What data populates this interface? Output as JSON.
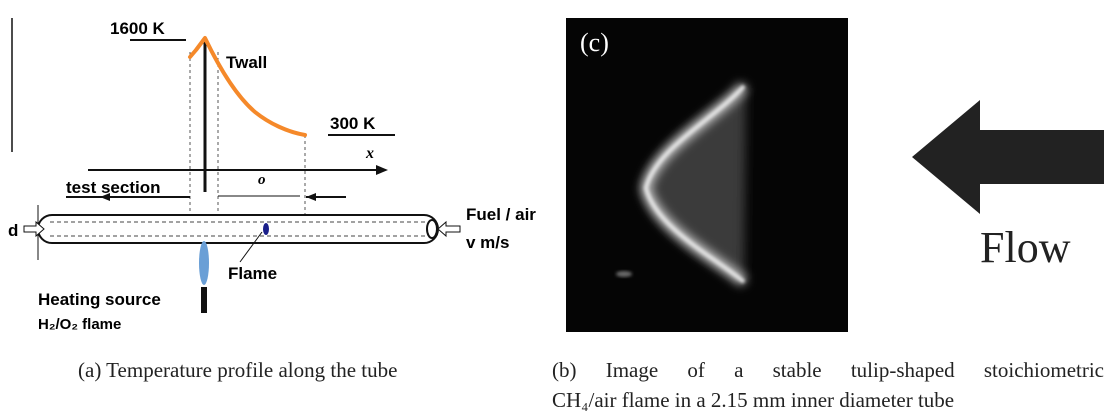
{
  "schematic": {
    "t_max_label": "1600 K",
    "t_wall_label": "Twall",
    "t_min_label": "300 K",
    "x_axis_label": "x",
    "origin_label": "o",
    "test_section_label": "test section",
    "d_label": "d",
    "fuel_label": "Fuel / air",
    "velocity_label": "v  m/s",
    "flame_label": "Flame",
    "heating_label": "Heating source",
    "h2o2_label": "H₂/O₂ flame",
    "colors": {
      "temperature_curve": "#f5892a",
      "heating_flame": "#6a9fd6",
      "tube_flame": "#1a1f8a"
    }
  },
  "photo": {
    "panel_label": "(c)",
    "colors": {
      "background": "#050505",
      "flame_edge": "#e6e6e6"
    }
  },
  "flow": {
    "label": "Flow",
    "arrow_color": "#222222"
  },
  "captions": {
    "a": "(a)  Temperature profile along the tube",
    "b_line1": "(b)  Image of a stable tulip-shaped stoichiometric",
    "b_line2": "CH₄/air flame in a 2.15 mm inner diameter tube"
  }
}
